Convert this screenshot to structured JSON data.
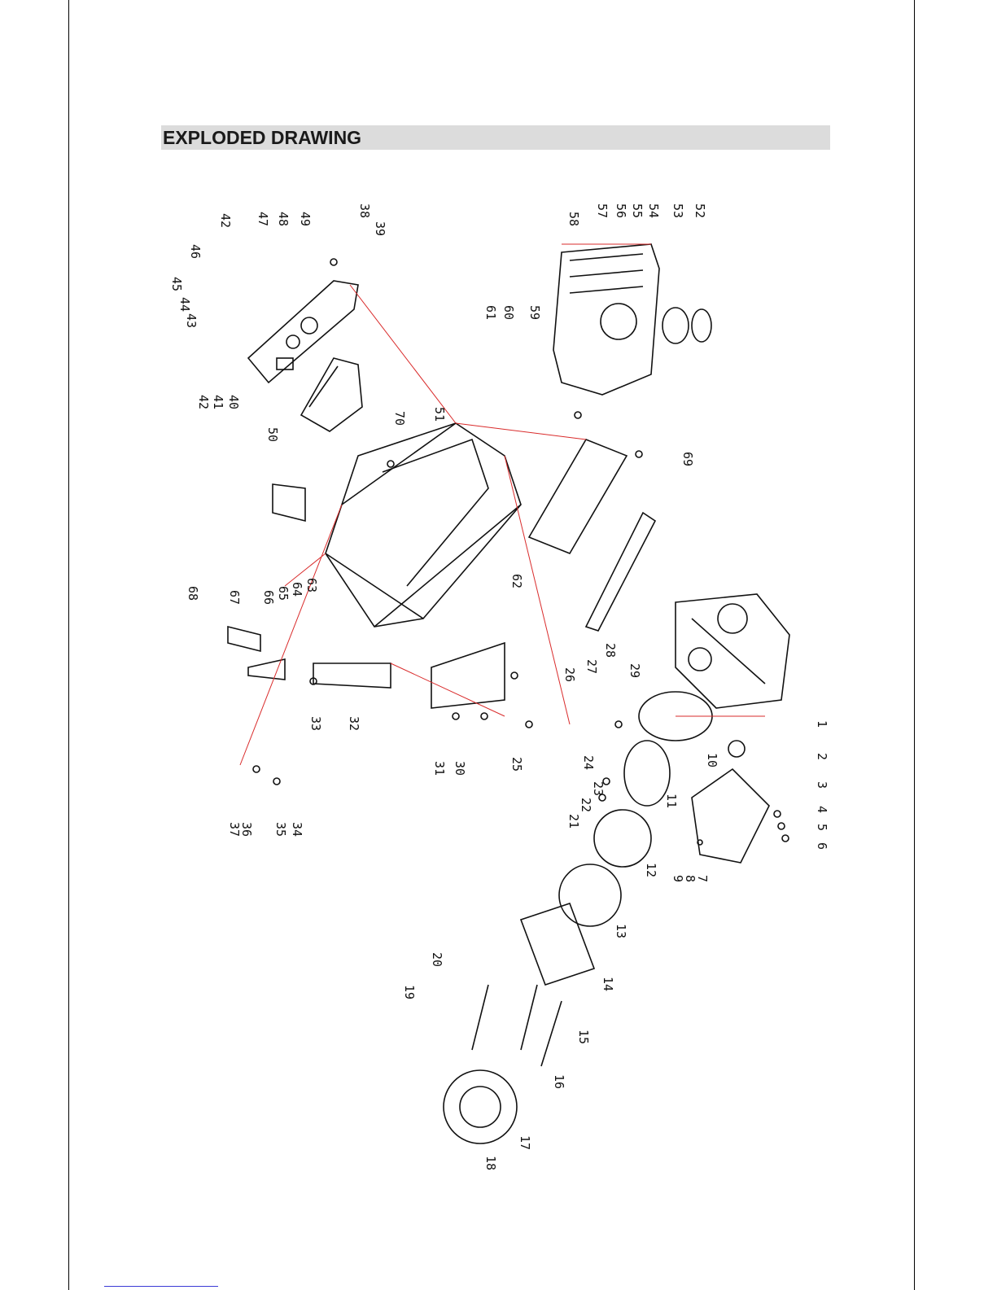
{
  "header": {
    "title": "EXPLODED DRAWING"
  },
  "drawing": {
    "part_numbers": [
      "1",
      "2",
      "3",
      "4",
      "5",
      "6",
      "7",
      "8",
      "9",
      "10",
      "11",
      "12",
      "13",
      "14",
      "15",
      "16",
      "17",
      "18",
      "19",
      "20",
      "21",
      "22",
      "23",
      "24",
      "25",
      "26",
      "27",
      "28",
      "29",
      "30",
      "31",
      "32",
      "33",
      "34",
      "35",
      "36",
      "37",
      "38",
      "39",
      "40",
      "41",
      "42",
      "43",
      "44",
      "45",
      "46",
      "47",
      "48",
      "49",
      "50",
      "51",
      "52",
      "53",
      "54",
      "55",
      "56",
      "57",
      "58",
      "59",
      "60",
      "61",
      "62",
      "63",
      "64",
      "65",
      "66",
      "67",
      "68",
      "69",
      "70"
    ],
    "extra_labels": [
      "42"
    ]
  },
  "colors": {
    "line": "#111111",
    "leader": "#d92b2b",
    "title_bg": "#dcdcdc"
  }
}
